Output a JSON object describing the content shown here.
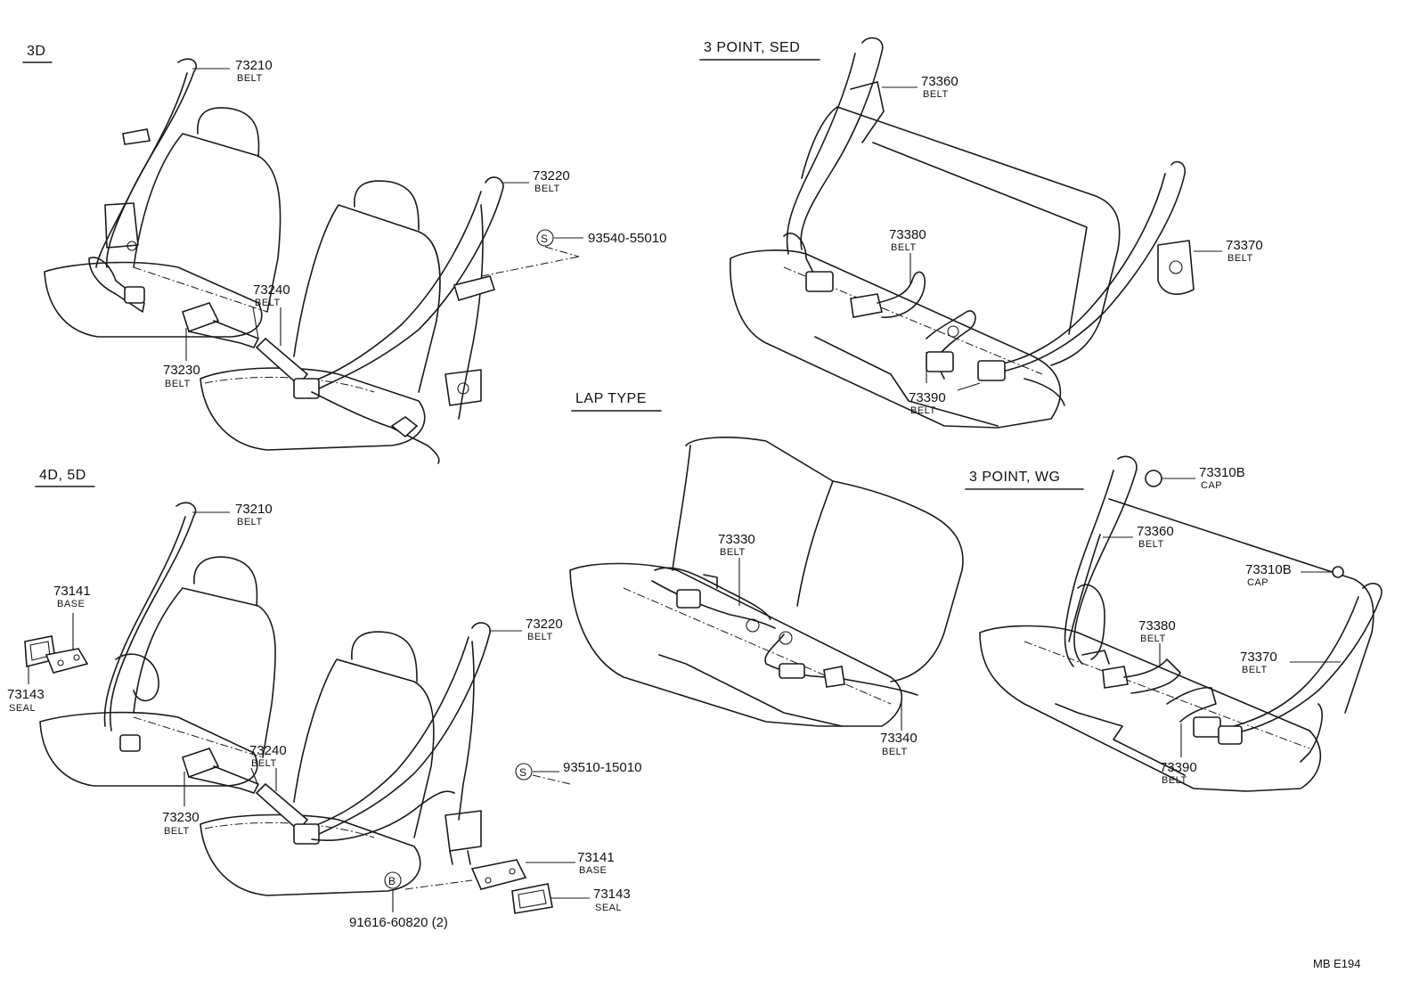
{
  "sections": {
    "s3d": "3D",
    "s4d5d": "4D, 5D",
    "sed": "3 POINT,  SED",
    "lap": "LAP  TYPE",
    "wg": "3  POINT,  WG"
  },
  "footer": "MB  E194",
  "callouts": {
    "a_73210": {
      "num": "73210",
      "desc": "BELT"
    },
    "a_73220": {
      "num": "73220",
      "desc": "BELT"
    },
    "a_93540": {
      "num": "93540-55010",
      "symbol": "S"
    },
    "a_73240": {
      "num": "73240",
      "desc": "BELT"
    },
    "a_73230": {
      "num": "73230",
      "desc": "BELT"
    },
    "b_73210": {
      "num": "73210",
      "desc": "BELT"
    },
    "b_73141": {
      "num": "73141",
      "desc": "BASE"
    },
    "b_73143": {
      "num": "73143",
      "desc": "SEAL"
    },
    "b_73220": {
      "num": "73220",
      "desc": "BELT"
    },
    "b_73240": {
      "num": "73240",
      "desc": "BELT"
    },
    "b_73230": {
      "num": "73230",
      "desc": "BELT"
    },
    "b_93510": {
      "num": "93510-15010",
      "symbol": "S"
    },
    "b_73141r": {
      "num": "73141",
      "desc": "BASE"
    },
    "b_73143r": {
      "num": "73143",
      "desc": "SEAL"
    },
    "b_91616": {
      "num": "91616-60820 (2)",
      "symbol": "B"
    },
    "c_73360": {
      "num": "73360",
      "desc": "BELT"
    },
    "c_73380": {
      "num": "73380",
      "desc": "BELT"
    },
    "c_73370": {
      "num": "73370",
      "desc": "BELT"
    },
    "c_73390": {
      "num": "73390",
      "desc": "BELT"
    },
    "d_73330": {
      "num": "73330",
      "desc": "BELT"
    },
    "d_73340": {
      "num": "73340",
      "desc": "BELT"
    },
    "e_73310b1": {
      "num": "73310B",
      "desc": "CAP"
    },
    "e_73360": {
      "num": "73360",
      "desc": "BELT"
    },
    "e_73310b2": {
      "num": "73310B",
      "desc": "CAP"
    },
    "e_73380": {
      "num": "73380",
      "desc": "BELT"
    },
    "e_73370": {
      "num": "73370",
      "desc": "BELT"
    },
    "e_73390": {
      "num": "73390",
      "desc": "BELT"
    }
  }
}
